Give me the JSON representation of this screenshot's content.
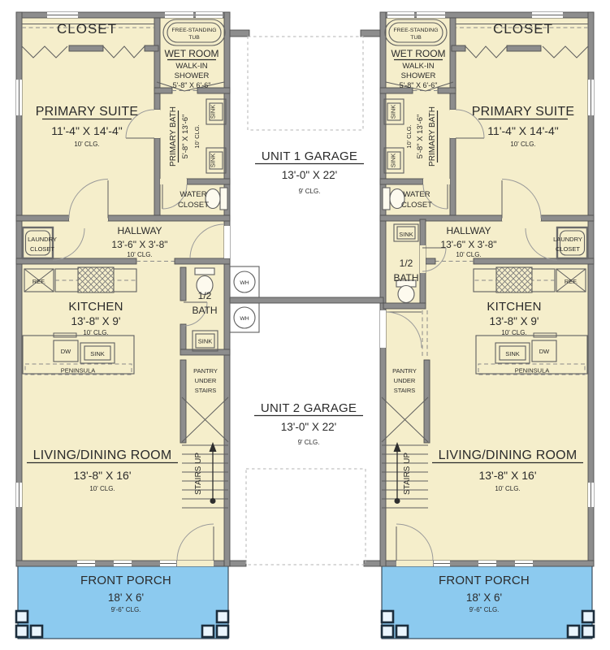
{
  "colors": {
    "floor": "#f5eecb",
    "porch": "#8ccaef",
    "wall_fill": "#8d8d8d",
    "wall_edge": "#4f4f4f",
    "text": "#2b2b2b",
    "line": "#5f5f5f",
    "dash": "#8a8a8a",
    "post": "#1c2e3d"
  },
  "rooms": {
    "closet": {
      "name": "CLOSET"
    },
    "primary_suite": {
      "name": "PRIMARY SUITE",
      "dim": "11'-4\" X 14'-4\"",
      "ceiling": "10' CLG."
    },
    "wet_room": {
      "name": "WET ROOM",
      "line1": "WALK-IN",
      "line2": "SHOWER",
      "dim": "5'-8\" X 6'-6\"",
      "tub_line1": "FREE-STANDING",
      "tub_line2": "TUB"
    },
    "primary_bath": {
      "name": "PRIMARY BATH",
      "dim": "5'-8\" X 13'-6\"",
      "ceiling": "10' CLG."
    },
    "water_closet": {
      "line1": "WATER",
      "line2": "CLOSET"
    },
    "hallway": {
      "name": "HALLWAY",
      "dim": "13'-6\" X 3'-8\"",
      "ceiling": "10' CLG."
    },
    "laundry_closet": {
      "line1": "LAUNDRY",
      "line2": "CLOSET"
    },
    "kitchen": {
      "name": "KITCHEN",
      "dim": "13'-8\" X 9'",
      "ceiling": "10' CLG."
    },
    "half_bath": {
      "line1": "1/2",
      "line2": "BATH"
    },
    "pantry": {
      "line1": "PANTRY",
      "line2": "UNDER",
      "line3": "STAIRS"
    },
    "living_dining": {
      "name": "LIVING/DINING ROOM",
      "dim": "13'-8\" X 16'",
      "ceiling": "10' CLG."
    },
    "front_porch": {
      "name": "FRONT PORCH",
      "dim": "18' X 6'",
      "ceiling": "9'-6\" CLG."
    },
    "garage_unit1": {
      "name": "UNIT 1 GARAGE",
      "dim": "13'-0\" X 22'",
      "ceiling": "9' CLG."
    },
    "garage_unit2": {
      "name": "UNIT 2 GARAGE",
      "dim": "13'-0\" X 22'",
      "ceiling": "9' CLG."
    }
  },
  "fixtures": {
    "sink": "SINK",
    "dishwasher": "DW",
    "refrigerator": "REF.",
    "peninsula": "PENINSULA",
    "water_heater": "WH",
    "stairs_up": "STAIRS UP"
  }
}
